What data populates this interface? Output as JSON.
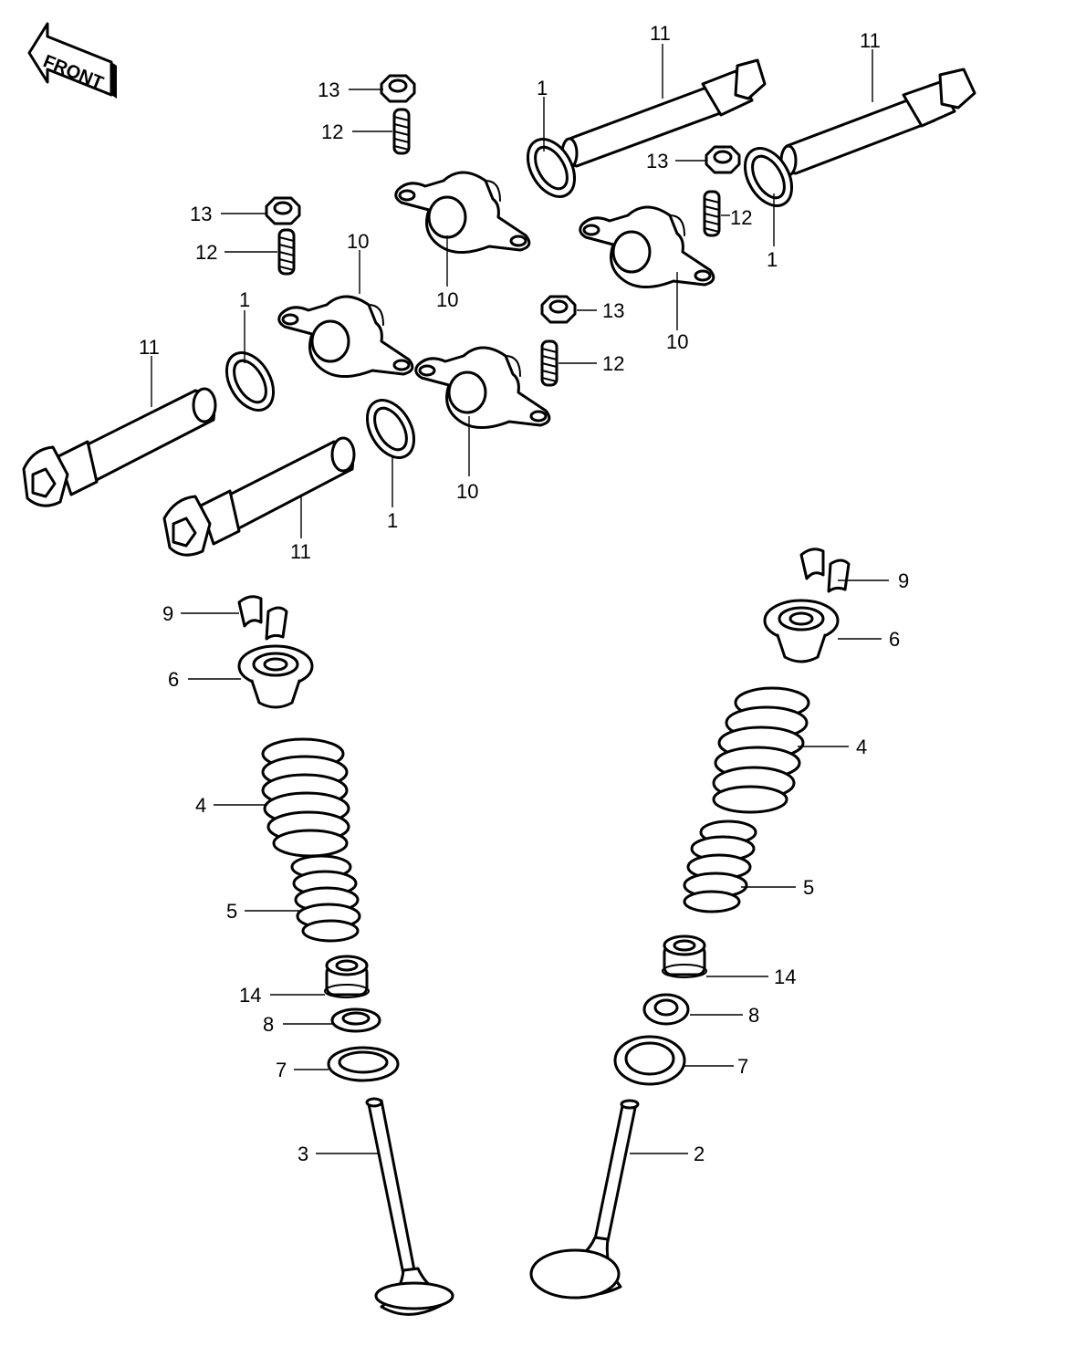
{
  "front_badge": {
    "text": "FRONT"
  },
  "callouts": {
    "c1a": "1",
    "c1b": "1",
    "c1c": "1",
    "c1d": "1",
    "c2": "2",
    "c3": "3",
    "c4a": "4",
    "c4b": "4",
    "c5a": "5",
    "c5b": "5",
    "c6a": "6",
    "c6b": "6",
    "c7a": "7",
    "c7b": "7",
    "c8a": "8",
    "c8b": "8",
    "c9a": "9",
    "c9b": "9",
    "c10a": "10",
    "c10b": "10",
    "c10c": "10",
    "c10d": "10",
    "c11a": "11",
    "c11b": "11",
    "c11c": "11",
    "c11d": "11",
    "c12a": "12",
    "c12b": "12",
    "c12c": "12",
    "c12d": "12",
    "c13a": "13",
    "c13b": "13",
    "c13c": "13",
    "c13d": "13",
    "c14a": "14",
    "c14b": "14"
  },
  "parts": [
    {
      "ref": "1",
      "icon": "washer-ring-icon"
    },
    {
      "ref": "2",
      "icon": "intake-valve-icon"
    },
    {
      "ref": "3",
      "icon": "exhaust-valve-icon"
    },
    {
      "ref": "4",
      "icon": "outer-spring-icon"
    },
    {
      "ref": "5",
      "icon": "inner-spring-icon"
    },
    {
      "ref": "6",
      "icon": "spring-retainer-icon"
    },
    {
      "ref": "7",
      "icon": "spring-seat-icon"
    },
    {
      "ref": "8",
      "icon": "spring-seat-small-icon"
    },
    {
      "ref": "9",
      "icon": "split-keeper-icon"
    },
    {
      "ref": "10",
      "icon": "rocker-arm-icon"
    },
    {
      "ref": "11",
      "icon": "rocker-shaft-icon"
    },
    {
      "ref": "12",
      "icon": "adjusting-screw-icon"
    },
    {
      "ref": "13",
      "icon": "lock-nut-icon"
    },
    {
      "ref": "14",
      "icon": "valve-stem-seal-icon"
    }
  ]
}
